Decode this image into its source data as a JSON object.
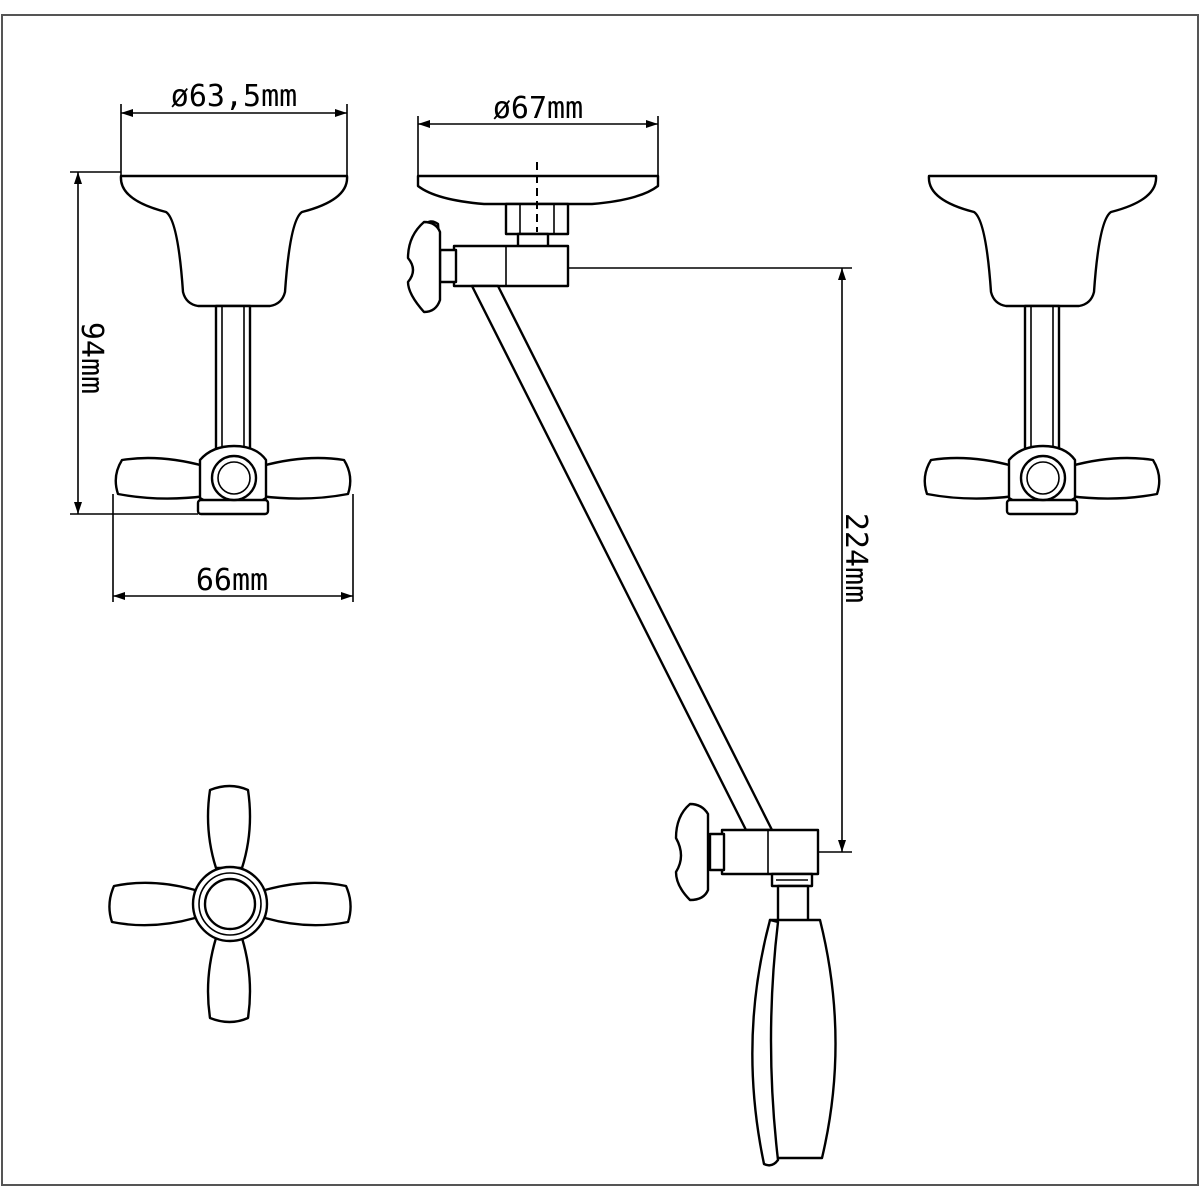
{
  "dimensions": {
    "valve_flange_diameter": "ø63,5mm",
    "valve_height": "94mm",
    "handle_width": "66mm",
    "arm_flange_diameter": "ø67mm",
    "arm_drop": "224mm"
  },
  "colors": {
    "line": "#000000",
    "background": "#ffffff"
  }
}
